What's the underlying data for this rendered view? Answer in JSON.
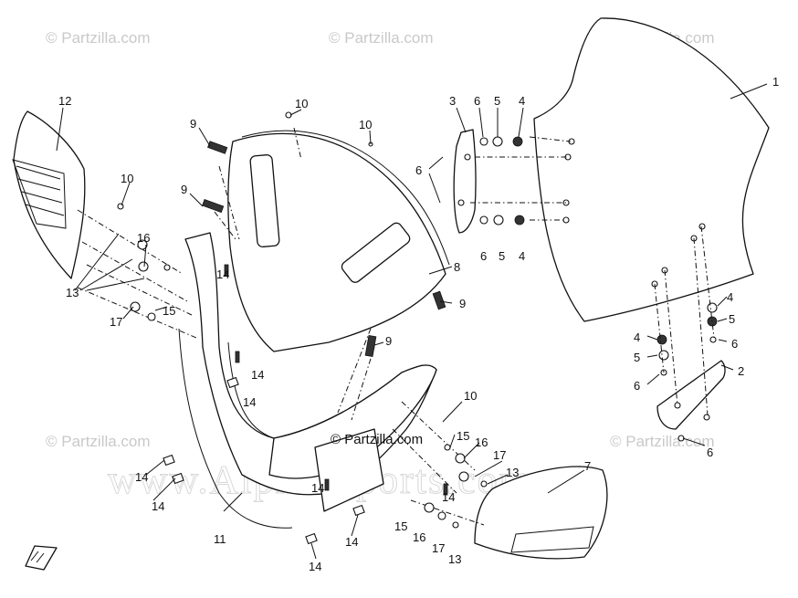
{
  "watermarks": {
    "partzilla": "© Partzilla.com",
    "center": "© Partzilla.com",
    "big": "www.Alpha-Sports.com"
  },
  "callouts": {
    "c1": "1",
    "c2": "2",
    "c3": "3",
    "c4a": "4",
    "c4b": "4",
    "c4c": "4",
    "c4d": "4",
    "c5a": "5",
    "c5b": "5",
    "c5c": "5",
    "c5d": "5",
    "c6a": "6",
    "c6b": "6",
    "c6c": "6",
    "c6d": "6",
    "c6e": "6",
    "c6f": "6",
    "c7": "7",
    "c8": "8",
    "c9a": "9",
    "c9b": "9",
    "c9c": "9",
    "c9d": "9",
    "c10a": "10",
    "c10b": "10",
    "c10c": "10",
    "c10d": "10",
    "c11": "11",
    "c12": "12",
    "c13a": "13",
    "c13b": "13",
    "c13c": "13",
    "c14a": "14",
    "c14b": "14",
    "c14c": "14",
    "c14d": "14",
    "c14e": "14",
    "c14f": "14",
    "c14g": "14",
    "c14h": "14",
    "c14i": "14",
    "c15a": "15",
    "c15b": "15",
    "c15c": "15",
    "c16a": "16",
    "c16b": "16",
    "c16c": "16",
    "c17a": "17",
    "c17b": "17",
    "c17c": "17"
  }
}
